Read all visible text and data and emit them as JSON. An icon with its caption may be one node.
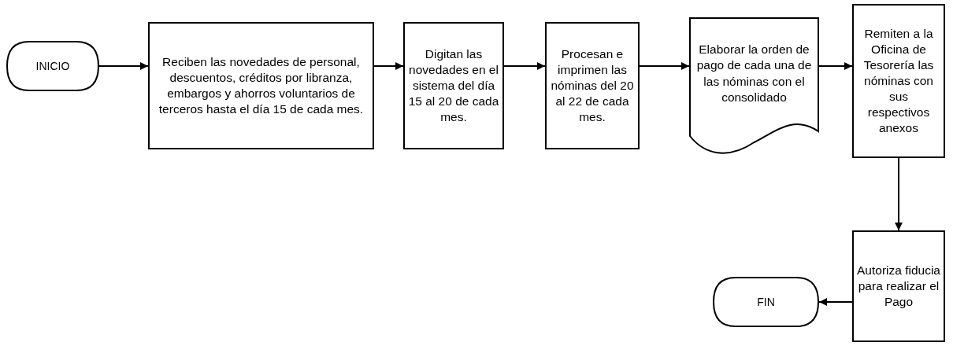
{
  "diagram": {
    "nodes": [
      {
        "text": [
          "INICIO"
        ]
      },
      {
        "text": [
          "Reciben las novedades de personal, descuentos, créditos por libranza, embargos y ahorros voluntarios de terceros hasta el día 15 de cada mes."
        ]
      },
      {
        "text": [
          "Digitan las novedades en el sistema del día 15 al 20 de cada mes."
        ]
      },
      {
        "text": [
          "Procesan e imprimen las nóminas del 20 al 22 de cada mes."
        ]
      },
      {
        "text": [
          "Elaborar la orden de pago de cada una de las nóminas con el consolidado"
        ]
      },
      {
        "text": [
          "Remiten a la Oficina de Tesorería las nóminas con sus respectivos anexos"
        ]
      },
      {
        "text": [
          "Autoriza fiducia para realizar el Pago"
        ]
      },
      {
        "text": [
          "FIN"
        ]
      }
    ],
    "edges": [
      {
        "from": 0,
        "to": 1,
        "arrow": "to"
      },
      {
        "from": 1,
        "to": 2,
        "arrow": "to"
      },
      {
        "from": 2,
        "to": 3,
        "arrow": "to"
      },
      {
        "from": 3,
        "to": 4,
        "arrow": "to"
      },
      {
        "from": 4,
        "to": 5,
        "arrow": "to"
      },
      {
        "from": 5,
        "to": 6,
        "arrow": "to"
      },
      {
        "from": 6,
        "to": 7,
        "arrow": "to"
      }
    ]
  }
}
